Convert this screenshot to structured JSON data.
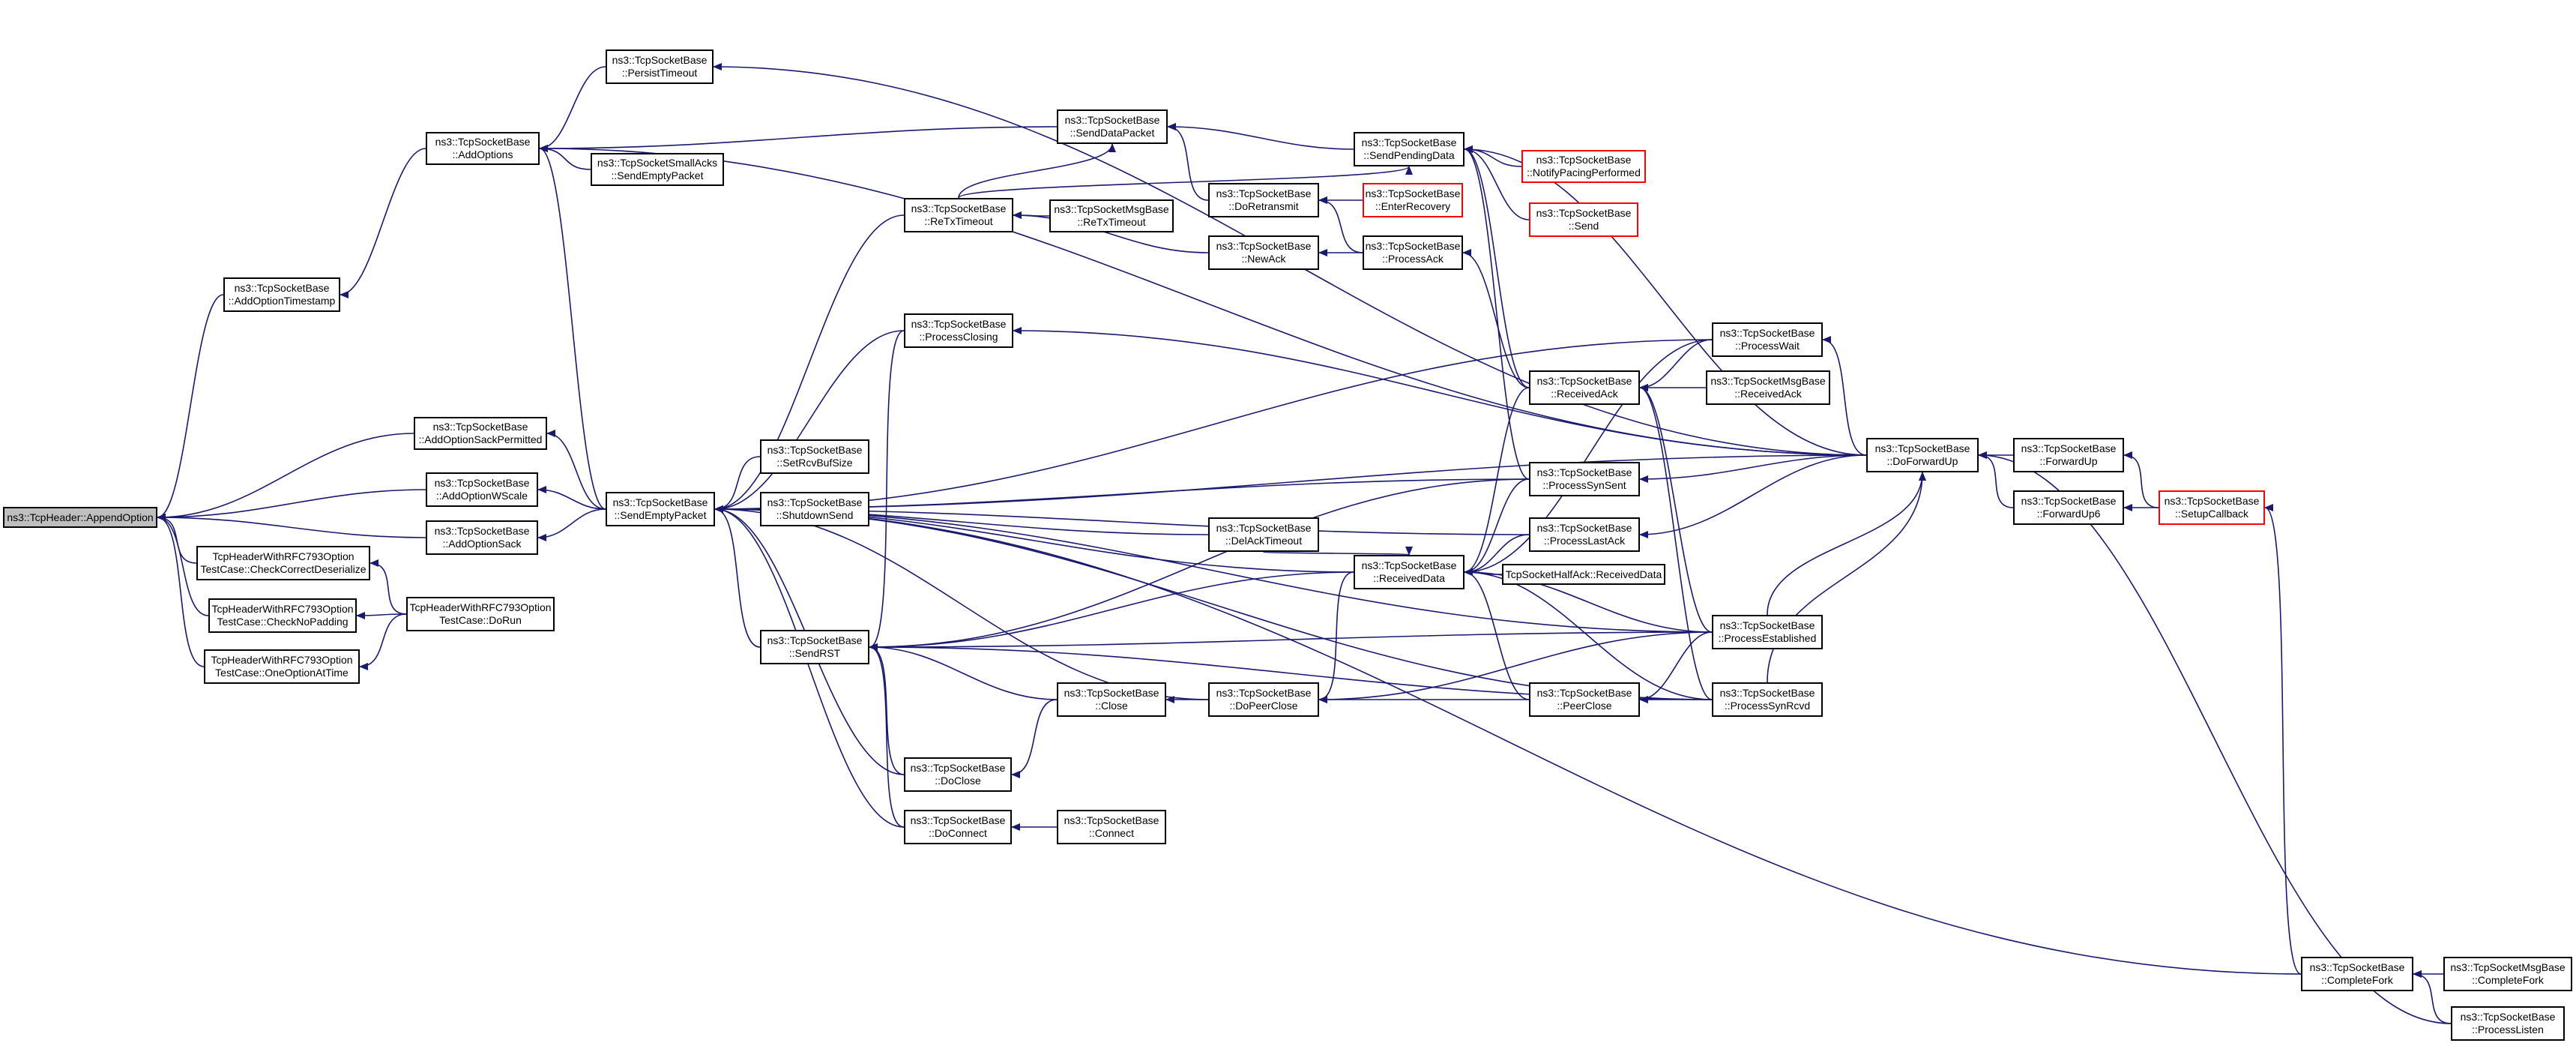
{
  "colors": {
    "edge": "#191970",
    "border": "#000000",
    "truncated_border": "#ff0000",
    "root_fill": "#bfbfbf"
  },
  "nodes": [
    {
      "id": "root",
      "lines": [
        "ns3::TcpHeader::AppendOption"
      ],
      "root": true
    },
    {
      "id": "AddOptionTimestamp",
      "lines": [
        "ns3::TcpSocketBase",
        "::AddOptionTimestamp"
      ]
    },
    {
      "id": "AddOptions",
      "lines": [
        "ns3::TcpSocketBase",
        "::AddOptions"
      ]
    },
    {
      "id": "PersistTimeout",
      "lines": [
        "ns3::TcpSocketBase",
        "::PersistTimeout"
      ]
    },
    {
      "id": "SmallAcksSendEmpty",
      "lines": [
        "ns3::TcpSocketSmallAcks",
        "::SendEmptyPacket"
      ]
    },
    {
      "id": "AddOptionSackPermitted",
      "lines": [
        "ns3::TcpSocketBase",
        "::AddOptionSackPermitted"
      ]
    },
    {
      "id": "AddOptionWScale",
      "lines": [
        "ns3::TcpSocketBase",
        "::AddOptionWScale"
      ]
    },
    {
      "id": "AddOptionSack",
      "lines": [
        "ns3::TcpSocketBase",
        "::AddOptionSack"
      ]
    },
    {
      "id": "CheckCorrectDeserialize",
      "lines": [
        "TcpHeaderWithRFC793Option",
        "TestCase::CheckCorrectDeserialize"
      ]
    },
    {
      "id": "CheckNoPadding",
      "lines": [
        "TcpHeaderWithRFC793Option",
        "TestCase::CheckNoPadding"
      ]
    },
    {
      "id": "OneOptionAtTime",
      "lines": [
        "TcpHeaderWithRFC793Option",
        "TestCase::OneOptionAtTime"
      ]
    },
    {
      "id": "DoRun",
      "lines": [
        "TcpHeaderWithRFC793Option",
        "TestCase::DoRun"
      ]
    },
    {
      "id": "SendEmptyPacket",
      "lines": [
        "ns3::TcpSocketBase",
        "::SendEmptyPacket"
      ]
    },
    {
      "id": "SendDataPacket",
      "lines": [
        "ns3::TcpSocketBase",
        "::SendDataPacket"
      ]
    },
    {
      "id": "ReTxTimeout",
      "lines": [
        "ns3::TcpSocketBase",
        "::ReTxTimeout"
      ]
    },
    {
      "id": "MsgReTxTimeout",
      "lines": [
        "ns3::TcpSocketMsgBase",
        "::ReTxTimeout"
      ]
    },
    {
      "id": "ProcessClosing",
      "lines": [
        "ns3::TcpSocketBase",
        "::ProcessClosing"
      ]
    },
    {
      "id": "SetRcvBufSize",
      "lines": [
        "ns3::TcpSocketBase",
        "::SetRcvBufSize"
      ]
    },
    {
      "id": "ShutdownSend",
      "lines": [
        "ns3::TcpSocketBase",
        "::ShutdownSend"
      ]
    },
    {
      "id": "SendRST",
      "lines": [
        "ns3::TcpSocketBase",
        "::SendRST"
      ]
    },
    {
      "id": "DoClose",
      "lines": [
        "ns3::TcpSocketBase",
        "::DoClose"
      ]
    },
    {
      "id": "DoConnect",
      "lines": [
        "ns3::TcpSocketBase",
        "::DoConnect"
      ]
    },
    {
      "id": "Close",
      "lines": [
        "ns3::TcpSocketBase",
        "::Close"
      ]
    },
    {
      "id": "Connect",
      "lines": [
        "ns3::TcpSocketBase",
        "::Connect"
      ]
    },
    {
      "id": "DoRetransmit",
      "lines": [
        "ns3::TcpSocketBase",
        "::DoRetransmit"
      ]
    },
    {
      "id": "NewAck",
      "lines": [
        "ns3::TcpSocketBase",
        "::NewAck"
      ]
    },
    {
      "id": "DelAckTimeout",
      "lines": [
        "ns3::TcpSocketBase",
        "::DelAckTimeout"
      ]
    },
    {
      "id": "DoPeerClose",
      "lines": [
        "ns3::TcpSocketBase",
        "::DoPeerClose"
      ]
    },
    {
      "id": "SendPendingData",
      "lines": [
        "ns3::TcpSocketBase",
        "::SendPendingData"
      ]
    },
    {
      "id": "EnterRecovery",
      "lines": [
        "ns3::TcpSocketBase",
        "::EnterRecovery"
      ],
      "truncated": true
    },
    {
      "id": "ProcessAck",
      "lines": [
        "ns3::TcpSocketBase",
        "::ProcessAck"
      ]
    },
    {
      "id": "ReceivedData",
      "lines": [
        "ns3::TcpSocketBase",
        "::ReceivedData"
      ]
    },
    {
      "id": "NotifyPacingPerformed",
      "lines": [
        "ns3::TcpSocketBase",
        "::NotifyPacingPerformed"
      ],
      "truncated": true
    },
    {
      "id": "Send",
      "lines": [
        "ns3::TcpSocketBase",
        "::Send"
      ],
      "truncated": true
    },
    {
      "id": "ReceivedAck",
      "lines": [
        "ns3::TcpSocketBase",
        "::ReceivedAck"
      ]
    },
    {
      "id": "ProcessSynSent",
      "lines": [
        "ns3::TcpSocketBase",
        "::ProcessSynSent"
      ]
    },
    {
      "id": "ProcessLastAck",
      "lines": [
        "ns3::TcpSocketBase",
        "::ProcessLastAck"
      ]
    },
    {
      "id": "HalfAckReceivedData",
      "lines": [
        "TcpSocketHalfAck::ReceivedData"
      ]
    },
    {
      "id": "PeerClose",
      "lines": [
        "ns3::TcpSocketBase",
        "::PeerClose"
      ]
    },
    {
      "id": "ProcessWait",
      "lines": [
        "ns3::TcpSocketBase",
        "::ProcessWait"
      ]
    },
    {
      "id": "MsgReceivedAck",
      "lines": [
        "ns3::TcpSocketMsgBase",
        "::ReceivedAck"
      ]
    },
    {
      "id": "ProcessEstablished",
      "lines": [
        "ns3::TcpSocketBase",
        "::ProcessEstablished"
      ]
    },
    {
      "id": "ProcessSynRcvd",
      "lines": [
        "ns3::TcpSocketBase",
        "::ProcessSynRcvd"
      ]
    },
    {
      "id": "DoForwardUp",
      "lines": [
        "ns3::TcpSocketBase",
        "::DoForwardUp"
      ]
    },
    {
      "id": "ForwardUp",
      "lines": [
        "ns3::TcpSocketBase",
        "::ForwardUp"
      ]
    },
    {
      "id": "ForwardUp6",
      "lines": [
        "ns3::TcpSocketBase",
        "::ForwardUp6"
      ]
    },
    {
      "id": "SetupCallback",
      "lines": [
        "ns3::TcpSocketBase",
        "::SetupCallback"
      ],
      "truncated": true
    },
    {
      "id": "CompleteFork",
      "lines": [
        "ns3::TcpSocketBase",
        "::CompleteFork"
      ]
    },
    {
      "id": "MsgCompleteFork",
      "lines": [
        "ns3::TcpSocketMsgBase",
        "::CompleteFork"
      ]
    },
    {
      "id": "ProcessListen",
      "lines": [
        "ns3::TcpSocketBase",
        "::ProcessListen"
      ]
    }
  ],
  "edges": [
    [
      "AddOptionTimestamp",
      "root"
    ],
    [
      "AddOptionSackPermitted",
      "root"
    ],
    [
      "AddOptionWScale",
      "root"
    ],
    [
      "AddOptionSack",
      "root"
    ],
    [
      "CheckCorrectDeserialize",
      "root"
    ],
    [
      "CheckNoPadding",
      "root"
    ],
    [
      "OneOptionAtTime",
      "root"
    ],
    [
      "DoRun",
      "CheckCorrectDeserialize"
    ],
    [
      "DoRun",
      "CheckNoPadding"
    ],
    [
      "DoRun",
      "OneOptionAtTime"
    ],
    [
      "AddOptions",
      "AddOptionTimestamp"
    ],
    [
      "SendEmptyPacket",
      "AddOptionSackPermitted"
    ],
    [
      "SendEmptyPacket",
      "AddOptionWScale"
    ],
    [
      "SendEmptyPacket",
      "AddOptionSack"
    ],
    [
      "PersistTimeout",
      "AddOptions"
    ],
    [
      "SmallAcksSendEmpty",
      "AddOptions"
    ],
    [
      "SendEmptyPacket",
      "AddOptions"
    ],
    [
      "SendDataPacket",
      "AddOptions"
    ],
    [
      "DoForwardUp",
      "AddOptions"
    ],
    [
      "DoForwardUp",
      "PersistTimeout"
    ],
    [
      "ReTxTimeout",
      "SendEmptyPacket"
    ],
    [
      "ProcessClosing",
      "SendEmptyPacket"
    ],
    [
      "SetRcvBufSize",
      "SendEmptyPacket"
    ],
    [
      "ShutdownSend",
      "SendEmptyPacket"
    ],
    [
      "SendRST",
      "SendEmptyPacket"
    ],
    [
      "DoClose",
      "SendEmptyPacket"
    ],
    [
      "DoConnect",
      "SendEmptyPacket"
    ],
    [
      "DelAckTimeout",
      "SendEmptyPacket"
    ],
    [
      "ReceivedData",
      "SendEmptyPacket"
    ],
    [
      "ProcessSynSent",
      "SendEmptyPacket"
    ],
    [
      "ProcessLastAck",
      "SendEmptyPacket"
    ],
    [
      "ProcessWait",
      "SendEmptyPacket"
    ],
    [
      "ProcessEstablished",
      "SendEmptyPacket"
    ],
    [
      "ProcessSynRcvd",
      "SendEmptyPacket"
    ],
    [
      "DoPeerClose",
      "SendEmptyPacket"
    ],
    [
      "DoForwardUp",
      "SendEmptyPacket"
    ],
    [
      "CompleteFork",
      "SendEmptyPacket"
    ],
    [
      "ReTxTimeout",
      "SendDataPacket"
    ],
    [
      "SendPendingData",
      "SendDataPacket"
    ],
    [
      "DoRetransmit",
      "SendDataPacket"
    ],
    [
      "MsgReTxTimeout",
      "ReTxTimeout"
    ],
    [
      "NewAck",
      "ReTxTimeout"
    ],
    [
      "ReTxTimeout",
      "SendPendingData"
    ],
    [
      "NotifyPacingPerformed",
      "SendPendingData"
    ],
    [
      "Send",
      "SendPendingData"
    ],
    [
      "ReceivedAck",
      "SendPendingData"
    ],
    [
      "ProcessSynSent",
      "SendPendingData"
    ],
    [
      "DoForwardUp",
      "SendPendingData"
    ],
    [
      "EnterRecovery",
      "DoRetransmit"
    ],
    [
      "ProcessAck",
      "DoRetransmit"
    ],
    [
      "ProcessAck",
      "NewAck"
    ],
    [
      "ReceivedAck",
      "ProcessAck"
    ],
    [
      "ProcessWait",
      "ReceivedAck"
    ],
    [
      "MsgReceivedAck",
      "ReceivedAck"
    ],
    [
      "ProcessEstablished",
      "ReceivedAck"
    ],
    [
      "ProcessSynRcvd",
      "ReceivedAck"
    ],
    [
      "DoForwardUp",
      "ProcessWait"
    ],
    [
      "DoForwardUp",
      "ProcessClosing"
    ],
    [
      "DoForwardUp",
      "ProcessSynSent"
    ],
    [
      "DoForwardUp",
      "ProcessLastAck"
    ],
    [
      "ProcessEstablished",
      "DoForwardUp"
    ],
    [
      "ProcessSynRcvd",
      "DoForwardUp"
    ],
    [
      "ForwardUp",
      "DoForwardUp"
    ],
    [
      "ForwardUp6",
      "DoForwardUp"
    ],
    [
      "SetupCallback",
      "ForwardUp"
    ],
    [
      "SetupCallback",
      "ForwardUp6"
    ],
    [
      "CompleteFork",
      "SetupCallback"
    ],
    [
      "MsgCompleteFork",
      "CompleteFork"
    ],
    [
      "ProcessListen",
      "CompleteFork"
    ],
    [
      "ProcessListen",
      "DoForwardUp"
    ],
    [
      "DelAckTimeout",
      "ReceivedData"
    ],
    [
      "ProcessWait",
      "ReceivedData"
    ],
    [
      "ReceivedAck",
      "ReceivedData"
    ],
    [
      "ProcessSynSent",
      "ReceivedData"
    ],
    [
      "ProcessLastAck",
      "ReceivedData"
    ],
    [
      "HalfAckReceivedData",
      "ReceivedData"
    ],
    [
      "ProcessEstablished",
      "ReceivedData"
    ],
    [
      "PeerClose",
      "ReceivedData"
    ],
    [
      "ProcessClosing",
      "SendRST"
    ],
    [
      "ReceivedData",
      "SendRST"
    ],
    [
      "ProcessSynSent",
      "SendRST"
    ],
    [
      "ProcessEstablished",
      "SendRST"
    ],
    [
      "ProcessSynRcvd",
      "SendRST"
    ],
    [
      "Close",
      "SendRST"
    ],
    [
      "DoClose",
      "SendRST"
    ],
    [
      "DoConnect",
      "SendRST"
    ],
    [
      "Close",
      "DoClose"
    ],
    [
      "Connect",
      "DoConnect"
    ],
    [
      "DoPeerClose",
      "Close"
    ],
    [
      "ReceivedData",
      "DoPeerClose"
    ],
    [
      "PeerClose",
      "DoPeerClose"
    ],
    [
      "ProcessEstablished",
      "PeerClose"
    ],
    [
      "ProcessSynRcvd",
      "PeerClose"
    ],
    [
      "ProcessSynRcvd",
      "ReceivedData"
    ],
    [
      "ProcessEstablished",
      "DoPeerClose"
    ]
  ]
}
